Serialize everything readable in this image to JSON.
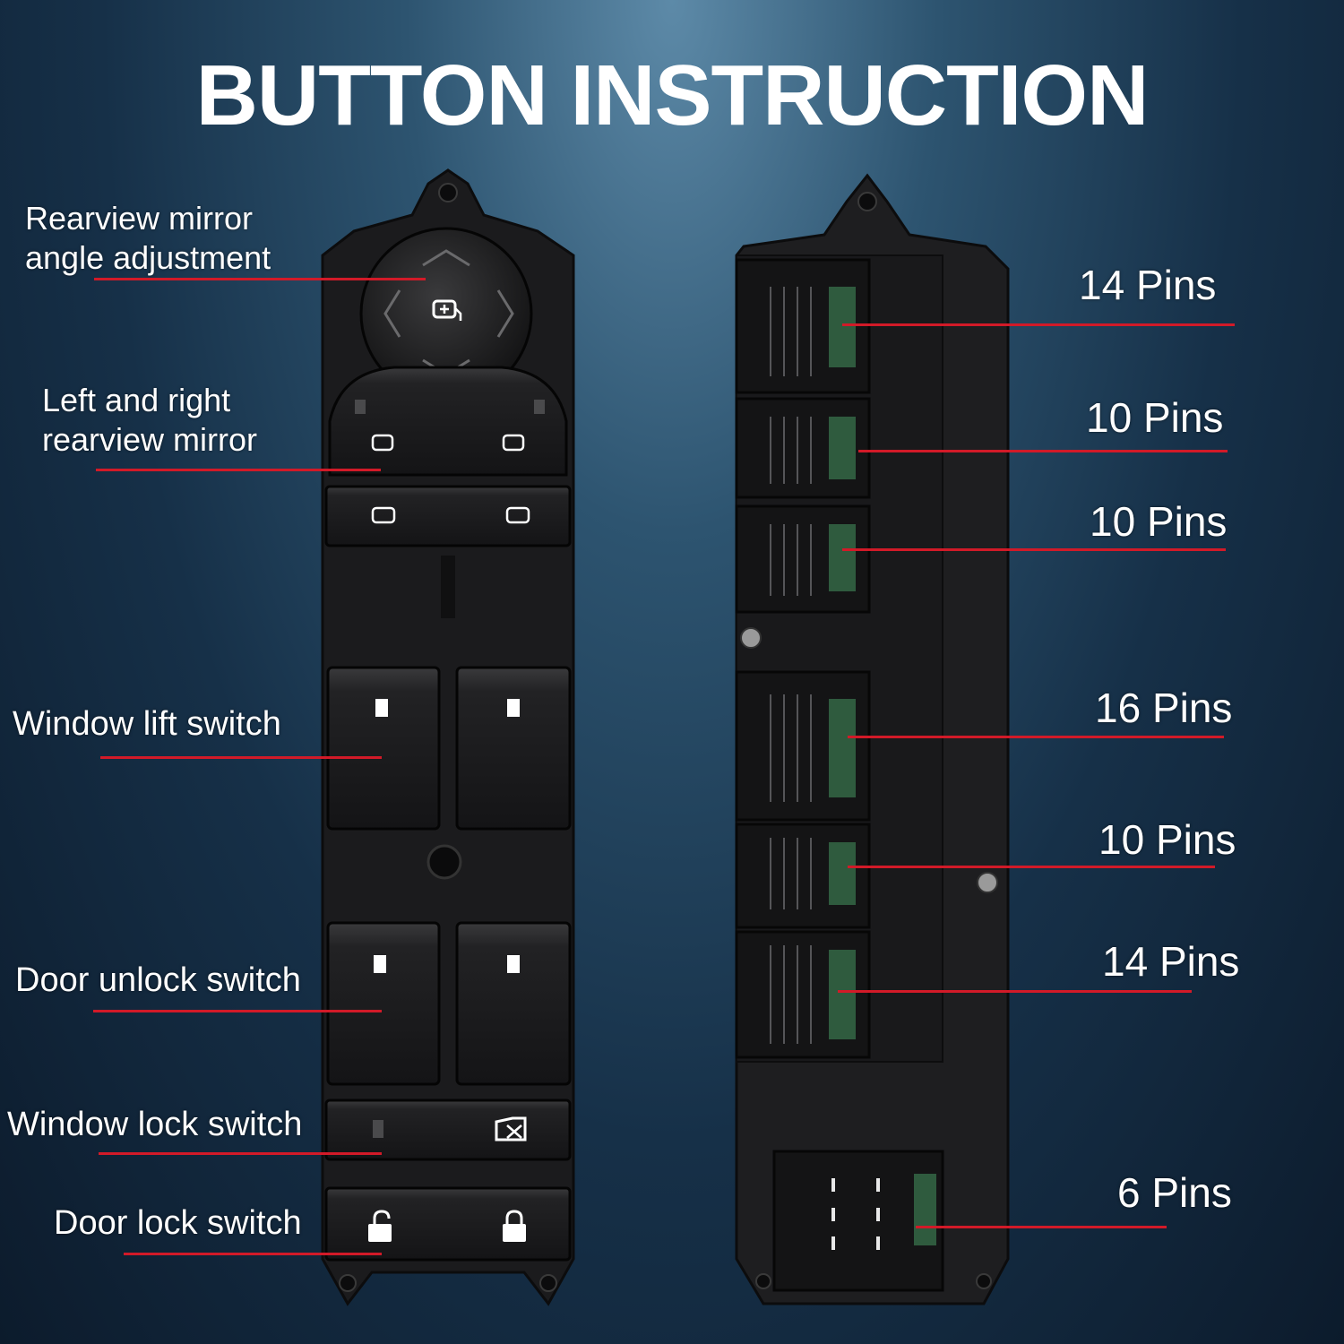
{
  "title": "BUTTON INSTRUCTION",
  "accent_color": "#d21a28",
  "switch_labels": {
    "mirror_adjust": [
      "Rearview mirror",
      "angle adjustment"
    ],
    "mirror_select": [
      "Left and right",
      "rearview mirror"
    ],
    "window_lift": "Window lift switch",
    "door_unlock": "Door unlock switch",
    "window_lock": "Window lock switch",
    "door_lock": "Door lock switch"
  },
  "connectors": [
    {
      "label": "14 Pins"
    },
    {
      "label": "10 Pins"
    },
    {
      "label": "10 Pins"
    },
    {
      "label": "16 Pins"
    },
    {
      "label": "10 Pins"
    },
    {
      "label": "14 Pins"
    },
    {
      "label": "6 Pins"
    }
  ],
  "icons": {
    "mirror_knob": "mirror-adjust-icon",
    "unlock": "padlock-open-icon",
    "lock": "padlock-closed-icon",
    "window_lock": "window-lock-icon"
  }
}
